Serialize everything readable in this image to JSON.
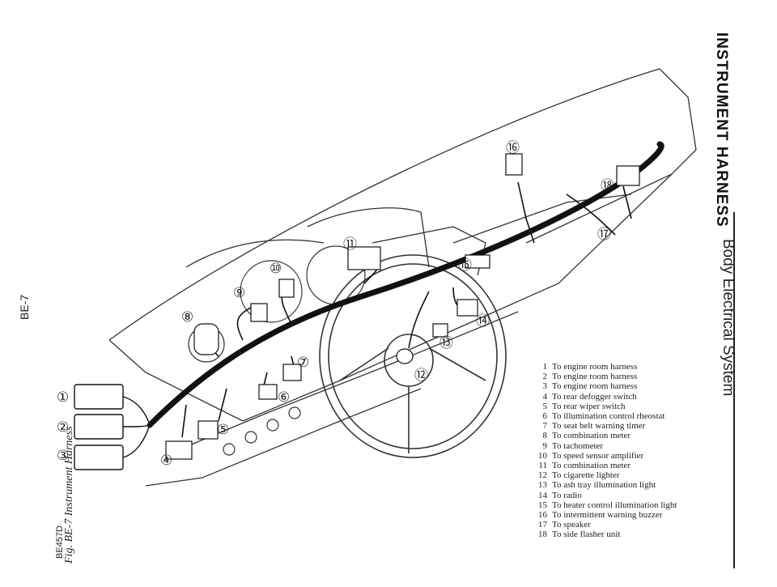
{
  "header": {
    "section_title": "INSTRUMENT HARNESS",
    "chapter_title": "Body Electrical System"
  },
  "page_number": "BE-7",
  "figure": {
    "caption": "Fig. BE-7 Instrument Harness",
    "code": "BE457D"
  },
  "callouts": [
    "①",
    "②",
    "③",
    "④",
    "⑤",
    "⑥",
    "⑦",
    "⑧",
    "⑨",
    "⑩",
    "⑪",
    "⑫",
    "⑬",
    "⑭",
    "⑮",
    "⑯",
    "⑰",
    "⑱"
  ],
  "legend": [
    {
      "num": "1",
      "text": "To engine room harness"
    },
    {
      "num": "2",
      "text": "To engine room harness"
    },
    {
      "num": "3",
      "text": "To engine room harness"
    },
    {
      "num": "4",
      "text": "To rear defogger switch"
    },
    {
      "num": "5",
      "text": "To rear wiper switch"
    },
    {
      "num": "6",
      "text": "To illumination control rheostat"
    },
    {
      "num": "7",
      "text": "To seat belt warning timer"
    },
    {
      "num": "8",
      "text": "To combination meter"
    },
    {
      "num": "9",
      "text": "To tachometer"
    },
    {
      "num": "10",
      "text": "To speed sensor amplifier"
    },
    {
      "num": "11",
      "text": "To combination meter"
    },
    {
      "num": "12",
      "text": "To cigarette lighter"
    },
    {
      "num": "13",
      "text": "To ash tray illumination light"
    },
    {
      "num": "14",
      "text": "To radio"
    },
    {
      "num": "15",
      "text": "To heater control illumination light"
    },
    {
      "num": "16",
      "text": "To intermittent warning buzzer"
    },
    {
      "num": "17",
      "text": "To speaker"
    },
    {
      "num": "18",
      "text": "To side flasher unit"
    }
  ]
}
